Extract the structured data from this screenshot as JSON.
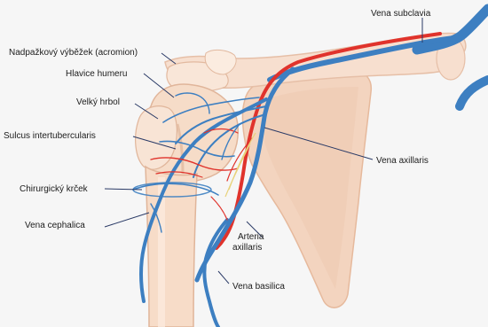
{
  "labels": {
    "vena_subclavia": "Vena subclavia",
    "acromion": "Nadpažkový výběžek (acromion)",
    "hlavice": "Hlavice humeru",
    "velky_hrbol": "Velký hrbol",
    "sulcus": "Sulcus intertubercularis",
    "vena_axillaris": "Vena axillaris",
    "krcek": "Chirurgický krček",
    "cephalica": "Vena cephalica",
    "arteria_line1": "Arteria",
    "arteria_line2": "axillaris",
    "basilica": "Vena basilica"
  },
  "colors": {
    "background": "#f6f6f6",
    "bone": "#f5dac6",
    "bone_shadow": "#e8bfa6",
    "bone_light": "#fbece0",
    "vein": "#3d7fc1",
    "artery": "#e0332c",
    "leader": "#2a3a66"
  }
}
